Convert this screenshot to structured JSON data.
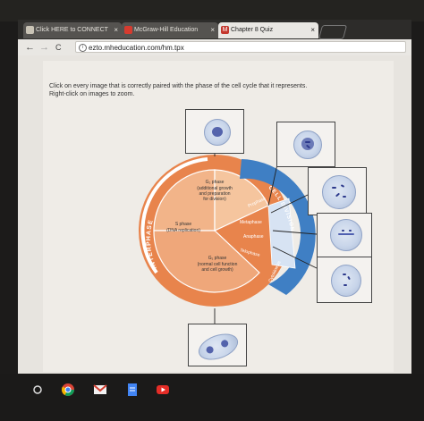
{
  "browser": {
    "tabs": [
      {
        "label": "Click HERE to CONNECT",
        "close": "×",
        "favicon_color": "#c9c3b5"
      },
      {
        "label": "McGraw-Hill Education",
        "close": "×",
        "favicon_color": "#d63b2f"
      },
      {
        "label": "Chapter 8 Quiz",
        "close": "×",
        "favicon_color": "#c4372d",
        "favicon_letter": "M"
      }
    ],
    "address": "ezto.mheducation.com/hm.tpx",
    "nav": {
      "back": "←",
      "forward": "→",
      "reload": "C"
    }
  },
  "question": {
    "instruction_line1": "Click on every image that is correctly paired with the phase of the cell cycle that it represents.",
    "instruction_line2": "Right-click on images to zoom."
  },
  "diagram": {
    "interphase_label": "INTERPHASE",
    "cell_division_label": "CELL DIVISION",
    "g2_title": "G₂ phase",
    "g2_desc_1": "(additional growth",
    "g2_desc_2": "and preparation",
    "g2_desc_3": "for division)",
    "s_title": "S phase",
    "s_desc": "(DNA replication)",
    "g1_title": "G₁ phase",
    "g1_desc_1": "(normal cell function",
    "g1_desc_2": "and cell growth)",
    "prophase": "Prophase",
    "metaphase": "Metaphase",
    "anaphase": "Anaphase",
    "telophase": "Telophase",
    "cytokinesis": "Cytokinesis",
    "colors": {
      "interphase_outer": "#e8844c",
      "interphase_inner": "#f1b58a",
      "division": "#3f7fc4"
    }
  },
  "taskbar": {
    "icons": [
      "circle-icon",
      "chrome-icon",
      "gmail-icon",
      "docs-icon",
      "youtube-icon"
    ]
  }
}
